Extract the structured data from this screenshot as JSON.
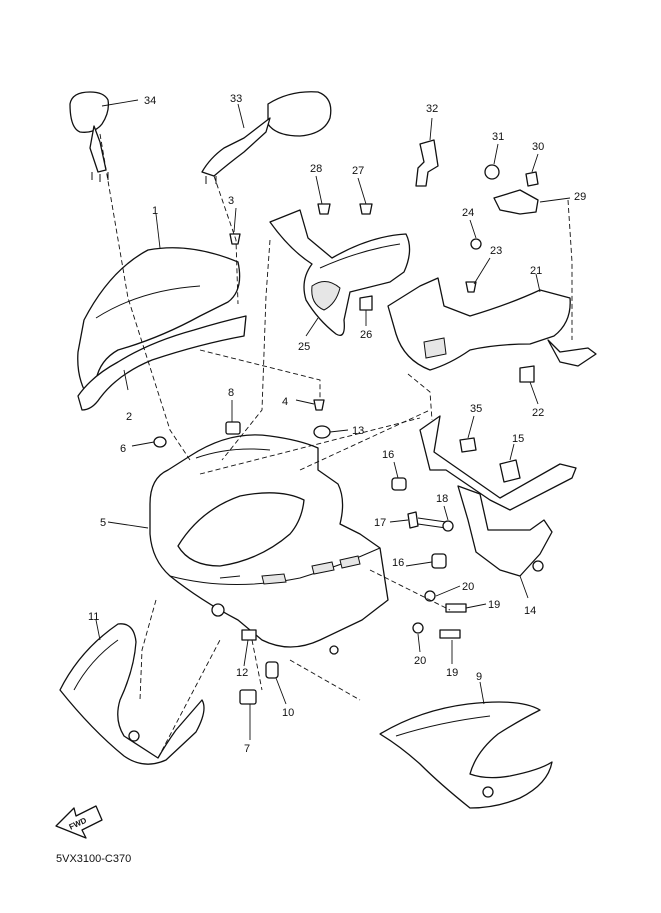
{
  "diagram": {
    "catalog_code": "5VX3100-C370",
    "fwd_label": "FWD",
    "callouts": [
      "1",
      "2",
      "3",
      "4",
      "5",
      "6",
      "7",
      "8",
      "9",
      "10",
      "11",
      "12",
      "13",
      "14",
      "15",
      "16",
      "16",
      "17",
      "18",
      "19",
      "19",
      "20",
      "20",
      "21",
      "22",
      "23",
      "24",
      "25",
      "26",
      "27",
      "28",
      "29",
      "30",
      "31",
      "32",
      "33",
      "34",
      "35"
    ]
  }
}
